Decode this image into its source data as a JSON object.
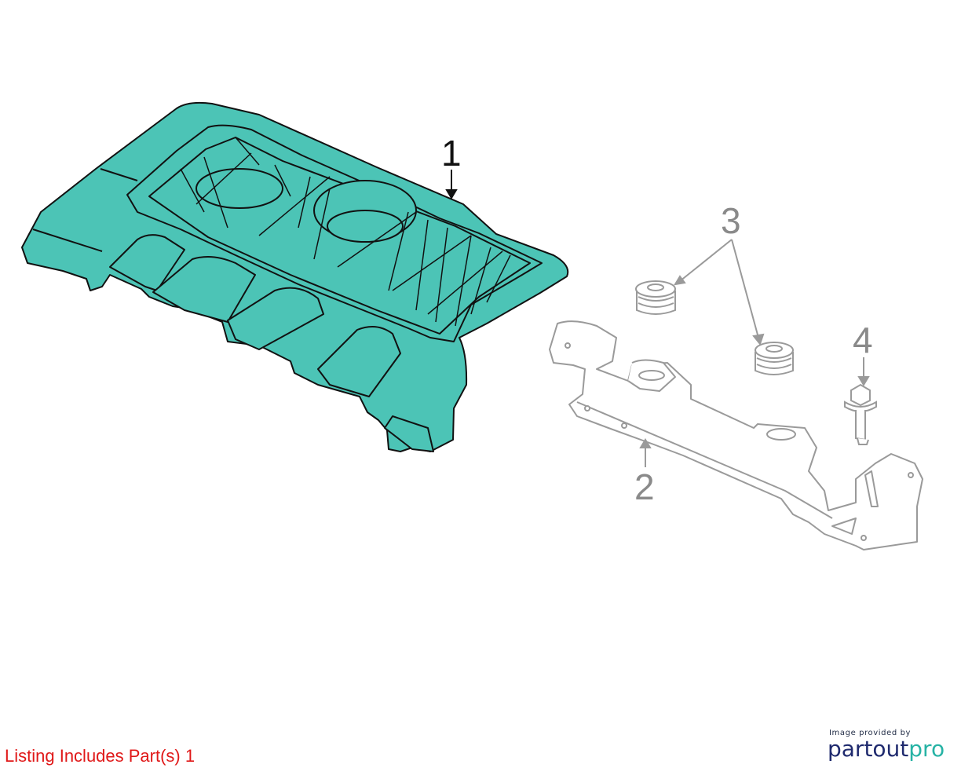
{
  "diagram": {
    "callouts": [
      {
        "id": "1",
        "label": "1",
        "state": "active"
      },
      {
        "id": "2",
        "label": "2",
        "state": "inactive"
      },
      {
        "id": "3",
        "label": "3",
        "state": "inactive"
      },
      {
        "id": "4",
        "label": "4",
        "state": "inactive"
      }
    ],
    "colors": {
      "highlight_fill": "#4cc4b6",
      "highlight_stroke": "#111111",
      "inactive_stroke": "#9a9a9a",
      "callout_inactive": "#8a8a8a",
      "listing_text": "#e01818"
    }
  },
  "footer": {
    "listing_text": "Listing Includes Part(s)",
    "listing_parts": "1"
  },
  "brand": {
    "credit": "Image provided by",
    "logo_part1": "partout",
    "logo_part2": "pro"
  }
}
